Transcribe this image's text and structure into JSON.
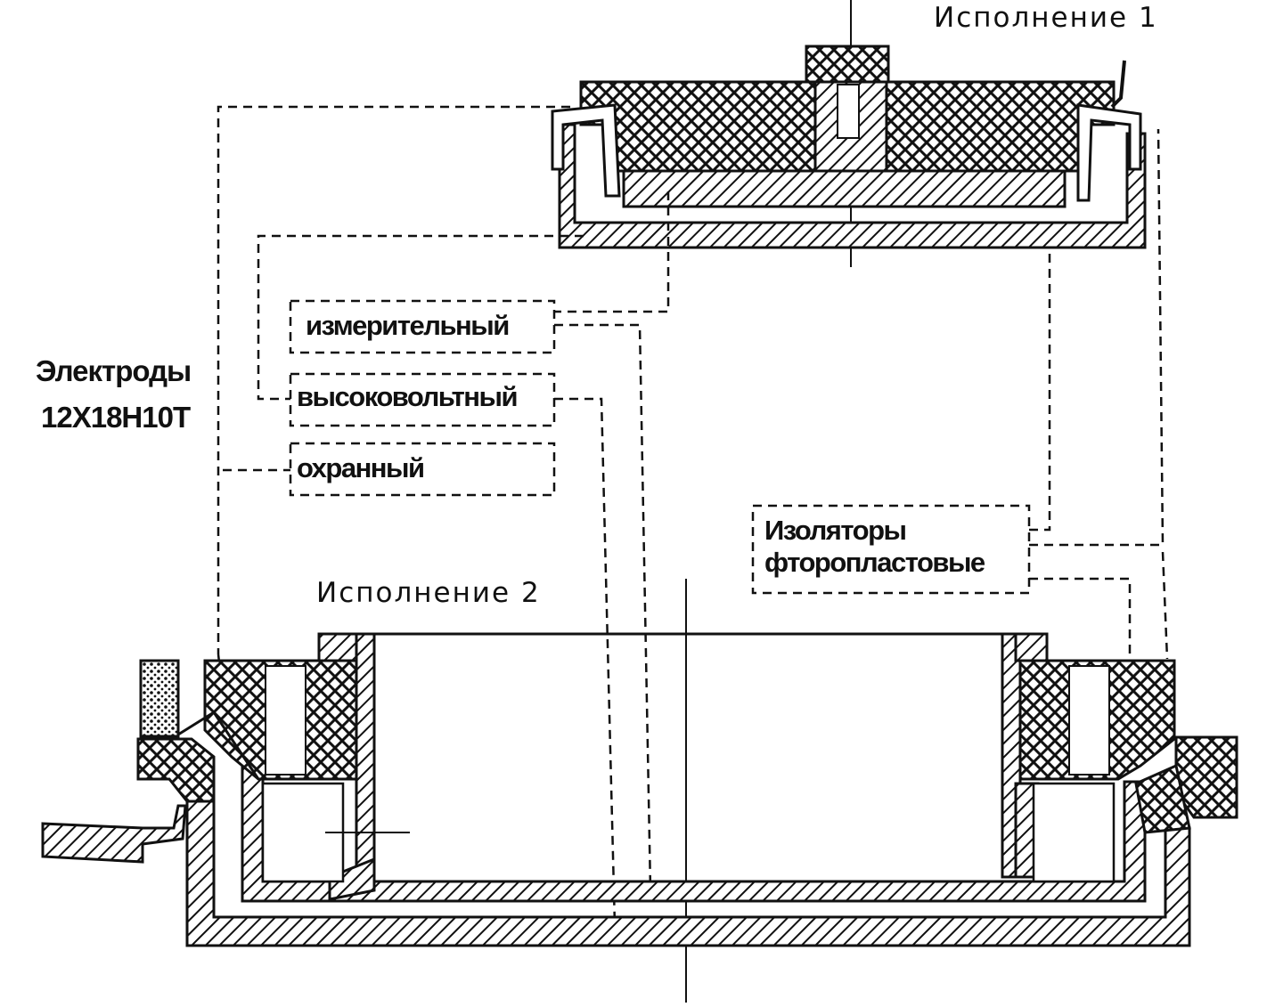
{
  "labels": {
    "variant1": "Исполнение 1",
    "variant2": "Исполнение 2",
    "electrodes_title": "Электроды",
    "electrodes_grade": "12Х18Н10Т",
    "electrode_measuring": "измерительный",
    "electrode_high_voltage": "высоковольтный",
    "electrode_guard": "охранный",
    "insulators_line1": "Изоляторы",
    "insulators_line2": "фторопластовые"
  },
  "colors": {
    "ink": "#111111",
    "background": "#ffffff"
  }
}
